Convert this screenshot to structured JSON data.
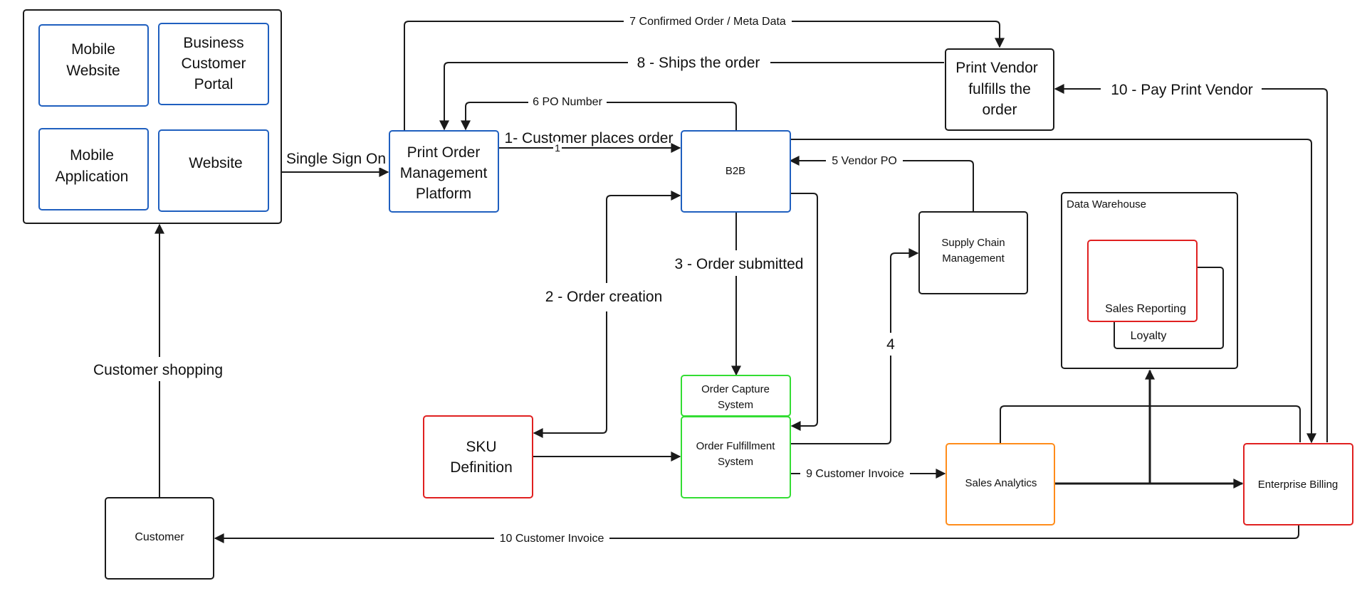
{
  "diagram": {
    "nodes": {
      "mobile_website": [
        "Mobile",
        "Website"
      ],
      "business_customer_portal": [
        "Business",
        "Customer",
        "Portal"
      ],
      "mobile_application": [
        "Mobile",
        "Application"
      ],
      "website": [
        "Website"
      ],
      "print_order_platform": [
        "Print Order",
        "Management",
        "Platform"
      ],
      "b2b": [
        "B2B"
      ],
      "print_vendor": [
        "Print Vendor",
        "fulfills the",
        "order"
      ],
      "supply_chain": [
        "Supply Chain",
        "Management"
      ],
      "data_warehouse": [
        "Data Warehouse"
      ],
      "sales_reporting": [
        "Sales Reporting"
      ],
      "loyalty": [
        "Loyalty"
      ],
      "order_capture": [
        "Order Capture",
        "System"
      ],
      "order_fulfillment": [
        "Order Fulfillment",
        "System"
      ],
      "sku_definition": [
        "SKU",
        "Definition"
      ],
      "sales_analytics": [
        "Sales Analytics"
      ],
      "enterprise_billing": [
        "Enterprise Billing"
      ],
      "customer": [
        "Customer"
      ]
    },
    "edges": {
      "single_sign_on": "Single Sign On",
      "customer_shopping": "Customer shopping",
      "confirmed_order": "7 Confirmed Order / Meta Data",
      "ships_order": "8 - Ships the order",
      "po_number": "6 PO Number",
      "customer_places_order": "1- Customer places order",
      "customer_places_order_marker": "1",
      "vendor_po": "5 Vendor PO",
      "pay_print_vendor": "10 - Pay Print Vendor",
      "order_submitted": "3 - Order submitted",
      "order_creation": "2 - Order creation",
      "four": "4",
      "customer_invoice_9": "9 Customer Invoice",
      "customer_invoice_10": "10 Customer Invoice"
    }
  },
  "colors": {
    "stroke": "#1a1a1a",
    "blue": "#1f5fbf",
    "red": "#e02020",
    "green": "#33dd33",
    "orange": "#ff8c1a"
  }
}
